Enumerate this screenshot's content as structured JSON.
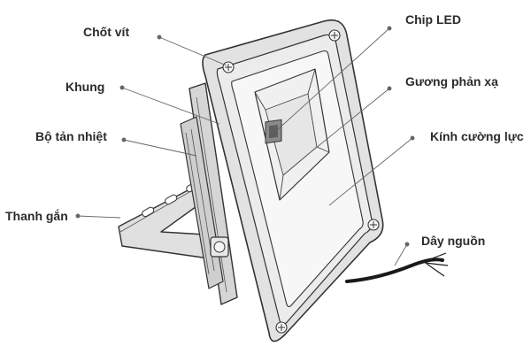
{
  "labels": {
    "chot_vit": "Chốt vít",
    "khung": "Khung",
    "bo_tan_nhiet": "Bộ tản nhiệt",
    "thanh_gan": "Thanh gắn",
    "chip_led": "Chip LED",
    "guong_phan_xa": "Gương phản xạ",
    "kinh_cuong_luc": "Kính cường lực",
    "day_nguon": "Dây nguồn"
  },
  "colors": {
    "outline": "#333333",
    "frame_fill": "#e2e2e2",
    "cavity_fill": "#f3f3f3",
    "leader": "#666666",
    "cable": "#1a1a1a",
    "chip": "#777777"
  }
}
